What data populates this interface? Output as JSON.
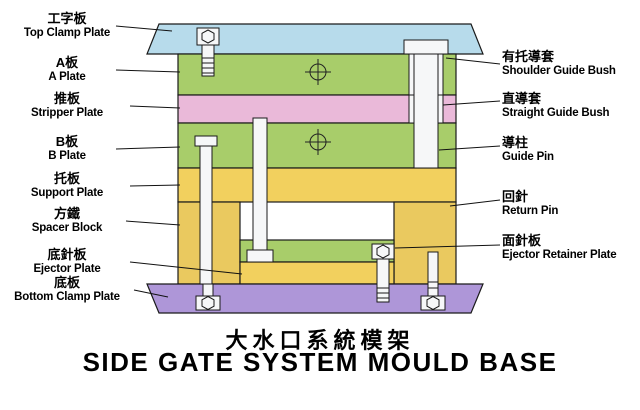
{
  "title": {
    "zh": "大水口系統模架",
    "en": "SIDE GATE SYSTEM MOULD BASE"
  },
  "colors": {
    "outline": "#1a1a1a",
    "metal": "#f6f7f8",
    "background": "#ffffff"
  },
  "parts": {
    "top_clamp_plate": {
      "zh": "工字板",
      "en": "Top Clamp Plate",
      "color": "#b7dbeb"
    },
    "a_plate": {
      "zh": "A板",
      "en": "A Plate",
      "color": "#a8cd6a"
    },
    "stripper_plate": {
      "zh": "推板",
      "en": "Stripper Plate",
      "color": "#eab9d9"
    },
    "b_plate": {
      "zh": "B板",
      "en": "B Plate",
      "color": "#a8cd6a"
    },
    "support_plate": {
      "zh": "托板",
      "en": "Support Plate",
      "color": "#f2d05e"
    },
    "spacer_block": {
      "zh": "方鐵",
      "en": "Spacer Block",
      "color": "#eac95f"
    },
    "ejector_plate": {
      "zh": "底針板",
      "en": "Ejector Plate",
      "color": "#f2d05e"
    },
    "bottom_clamp_plate": {
      "zh": "底板",
      "en": "Bottom Clamp Plate",
      "color": "#ae96d8"
    },
    "shoulder_guide_bush": {
      "zh": "有托導套",
      "en": "Shoulder Guide Bush",
      "color": "#f6f7f8"
    },
    "straight_guide_bush": {
      "zh": "直導套",
      "en": "Straight Guide Bush",
      "color": "#f6f7f8"
    },
    "guide_pin": {
      "zh": "導柱",
      "en": "Guide Pin",
      "color": "#f6f7f8"
    },
    "return_pin": {
      "zh": "回針",
      "en": "Return Pin",
      "color": "#f6f7f8"
    },
    "ejector_retainer_plate": {
      "zh": "面針板",
      "en": "Ejector Retainer Plate",
      "color": "#a8cd6a"
    }
  }
}
